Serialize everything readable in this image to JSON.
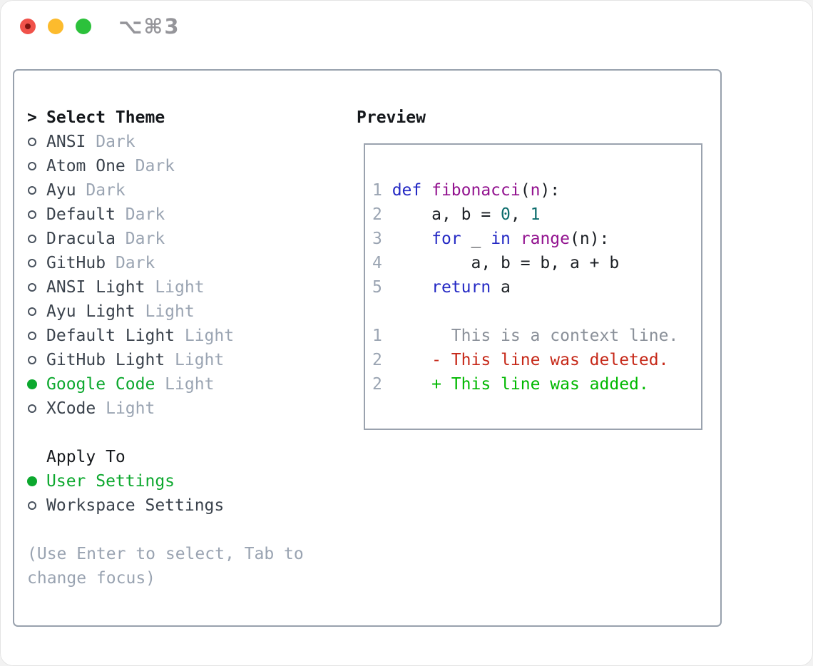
{
  "window": {
    "title": "⌥⌘3",
    "traffic_lights": [
      {
        "name": "close"
      },
      {
        "name": "minimize"
      },
      {
        "name": "zoom"
      }
    ]
  },
  "colors": {
    "accent_green": "#0ca82e",
    "diff_added_green": "#00b800",
    "diff_deleted_red": "#c62818",
    "keyword_blue": "#2429c4",
    "function_purple": "#92128f",
    "literal_teal": "#0b6c6c",
    "muted_gray": "#9aa4b2",
    "text_dark": "#3a424c"
  },
  "theme_panel": {
    "header": {
      "prefix": ">",
      "label": "Select Theme"
    },
    "items": [
      {
        "label": "ANSI",
        "variant": "Dark",
        "selected": false
      },
      {
        "label": "Atom One",
        "variant": "Dark",
        "selected": false
      },
      {
        "label": "Ayu",
        "variant": "Dark",
        "selected": false
      },
      {
        "label": "Default",
        "variant": "Dark",
        "selected": false
      },
      {
        "label": "Dracula",
        "variant": "Dark",
        "selected": false
      },
      {
        "label": "GitHub",
        "variant": "Dark",
        "selected": false
      },
      {
        "label": "ANSI Light",
        "variant": "Light",
        "selected": false
      },
      {
        "label": "Ayu Light",
        "variant": "Light",
        "selected": false
      },
      {
        "label": "Default Light",
        "variant": "Light",
        "selected": false
      },
      {
        "label": "GitHub Light",
        "variant": "Light",
        "selected": false
      },
      {
        "label": "Google Code",
        "variant": "Light",
        "selected": true
      },
      {
        "label": "XCode",
        "variant": "Light",
        "selected": false
      }
    ],
    "apply_to": {
      "header": "Apply To",
      "options": [
        {
          "label": "User Settings",
          "selected": true
        },
        {
          "label": "Workspace Settings",
          "selected": false
        }
      ]
    },
    "help_lines": [
      "(Use Enter to select, Tab to",
      "change focus)"
    ]
  },
  "preview": {
    "header": "Preview",
    "code_lines": [
      [
        {
          "t": "1 ",
          "c": "ln"
        },
        {
          "t": "def ",
          "c": "kw"
        },
        {
          "t": "fibonacci",
          "c": "fn"
        },
        {
          "t": "(",
          "c": "pln"
        },
        {
          "t": "n",
          "c": "fn"
        },
        {
          "t": "):",
          "c": "pln"
        }
      ],
      [
        {
          "t": "2 ",
          "c": "ln"
        },
        {
          "t": "    a, b = ",
          "c": "pln"
        },
        {
          "t": "0",
          "c": "num"
        },
        {
          "t": ", ",
          "c": "pln"
        },
        {
          "t": "1",
          "c": "num"
        }
      ],
      [
        {
          "t": "3 ",
          "c": "ln"
        },
        {
          "t": "    ",
          "c": "pln"
        },
        {
          "t": "for",
          "c": "kw"
        },
        {
          "t": " _ ",
          "c": "pln"
        },
        {
          "t": "in",
          "c": "kw"
        },
        {
          "t": " ",
          "c": "pln"
        },
        {
          "t": "range",
          "c": "fn"
        },
        {
          "t": "(n):",
          "c": "pln"
        }
      ],
      [
        {
          "t": "4 ",
          "c": "ln"
        },
        {
          "t": "        a, b = b, a + b",
          "c": "pln"
        }
      ],
      [
        {
          "t": "5 ",
          "c": "ln"
        },
        {
          "t": "    ",
          "c": "pln"
        },
        {
          "t": "return",
          "c": "kw"
        },
        {
          "t": " a",
          "c": "pln"
        }
      ],
      [],
      [
        {
          "t": "1       ",
          "c": "ln"
        },
        {
          "t": "This is a context line.",
          "c": "ctx"
        }
      ],
      [
        {
          "t": "2     ",
          "c": "ln"
        },
        {
          "t": "- This line was deleted.",
          "c": "del"
        }
      ],
      [
        {
          "t": "2     ",
          "c": "ln"
        },
        {
          "t": "+ This line was added.",
          "c": "add"
        }
      ]
    ]
  }
}
